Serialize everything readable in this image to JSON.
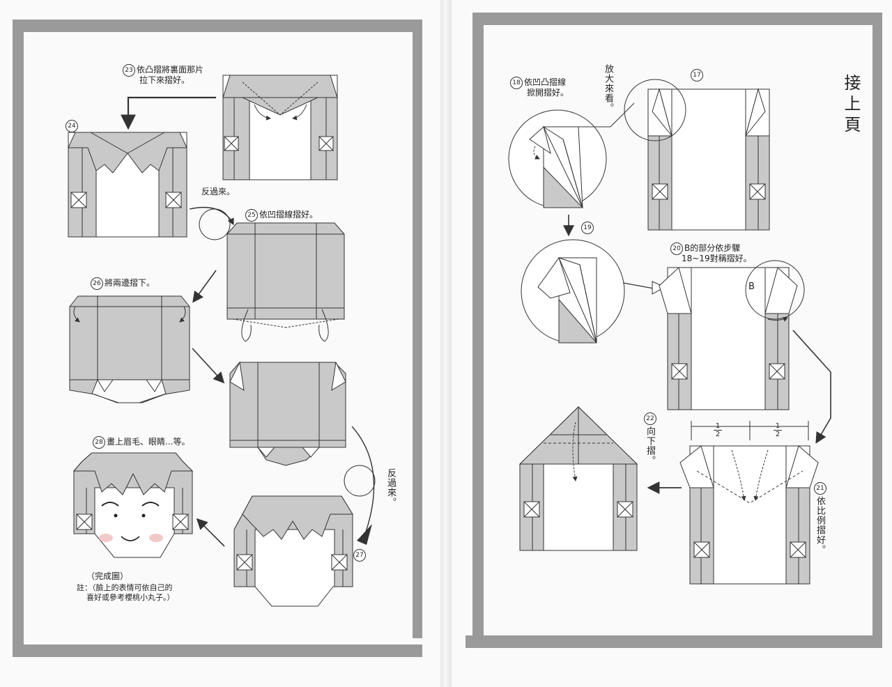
{
  "left_page": {
    "steps": {
      "s23": {
        "num": "23",
        "text_line1": "依凸摺將裏面那片",
        "text_line2": "拉下來摺好。"
      },
      "s24": {
        "num": "24"
      },
      "s25": {
        "num": "25",
        "text": "依凹摺線摺好。"
      },
      "s26": {
        "num": "26",
        "text": "將兩邊摺下。"
      },
      "s27": {
        "num": "27"
      },
      "s28": {
        "num": "28",
        "text": "畫上眉毛、眼睛...等。"
      }
    },
    "turn_over_1": "反過來。",
    "turn_over_2": "反過來。",
    "caption": "（完成圖）",
    "note_line1": "註：（臉上的表情可依自己的",
    "note_line2": "喜好或參考櫻桃小丸子。）"
  },
  "right_page": {
    "continued": "接上頁",
    "steps": {
      "s17": {
        "num": "17"
      },
      "s18": {
        "num": "18",
        "text_line1": "依凹凸摺線",
        "text_line2": "掀開摺好。"
      },
      "s19": {
        "num": "19"
      },
      "s20": {
        "num": "20",
        "text_line1": "B的部分依步驟",
        "text_line2": "18~19對稱摺好。"
      },
      "s21": {
        "num": "21",
        "text": "依比例摺好。"
      },
      "s22": {
        "num": "22",
        "text": "向下摺。"
      }
    },
    "zoom_note": "放大來看。",
    "label_b": "B",
    "fraction_num": "1",
    "fraction_den": "2"
  },
  "colors": {
    "paper": "#ffffff",
    "shade": "#c9c9c9",
    "line": "#333333",
    "bar": "#9a9a9a",
    "cheek": "#f2c9c9"
  }
}
